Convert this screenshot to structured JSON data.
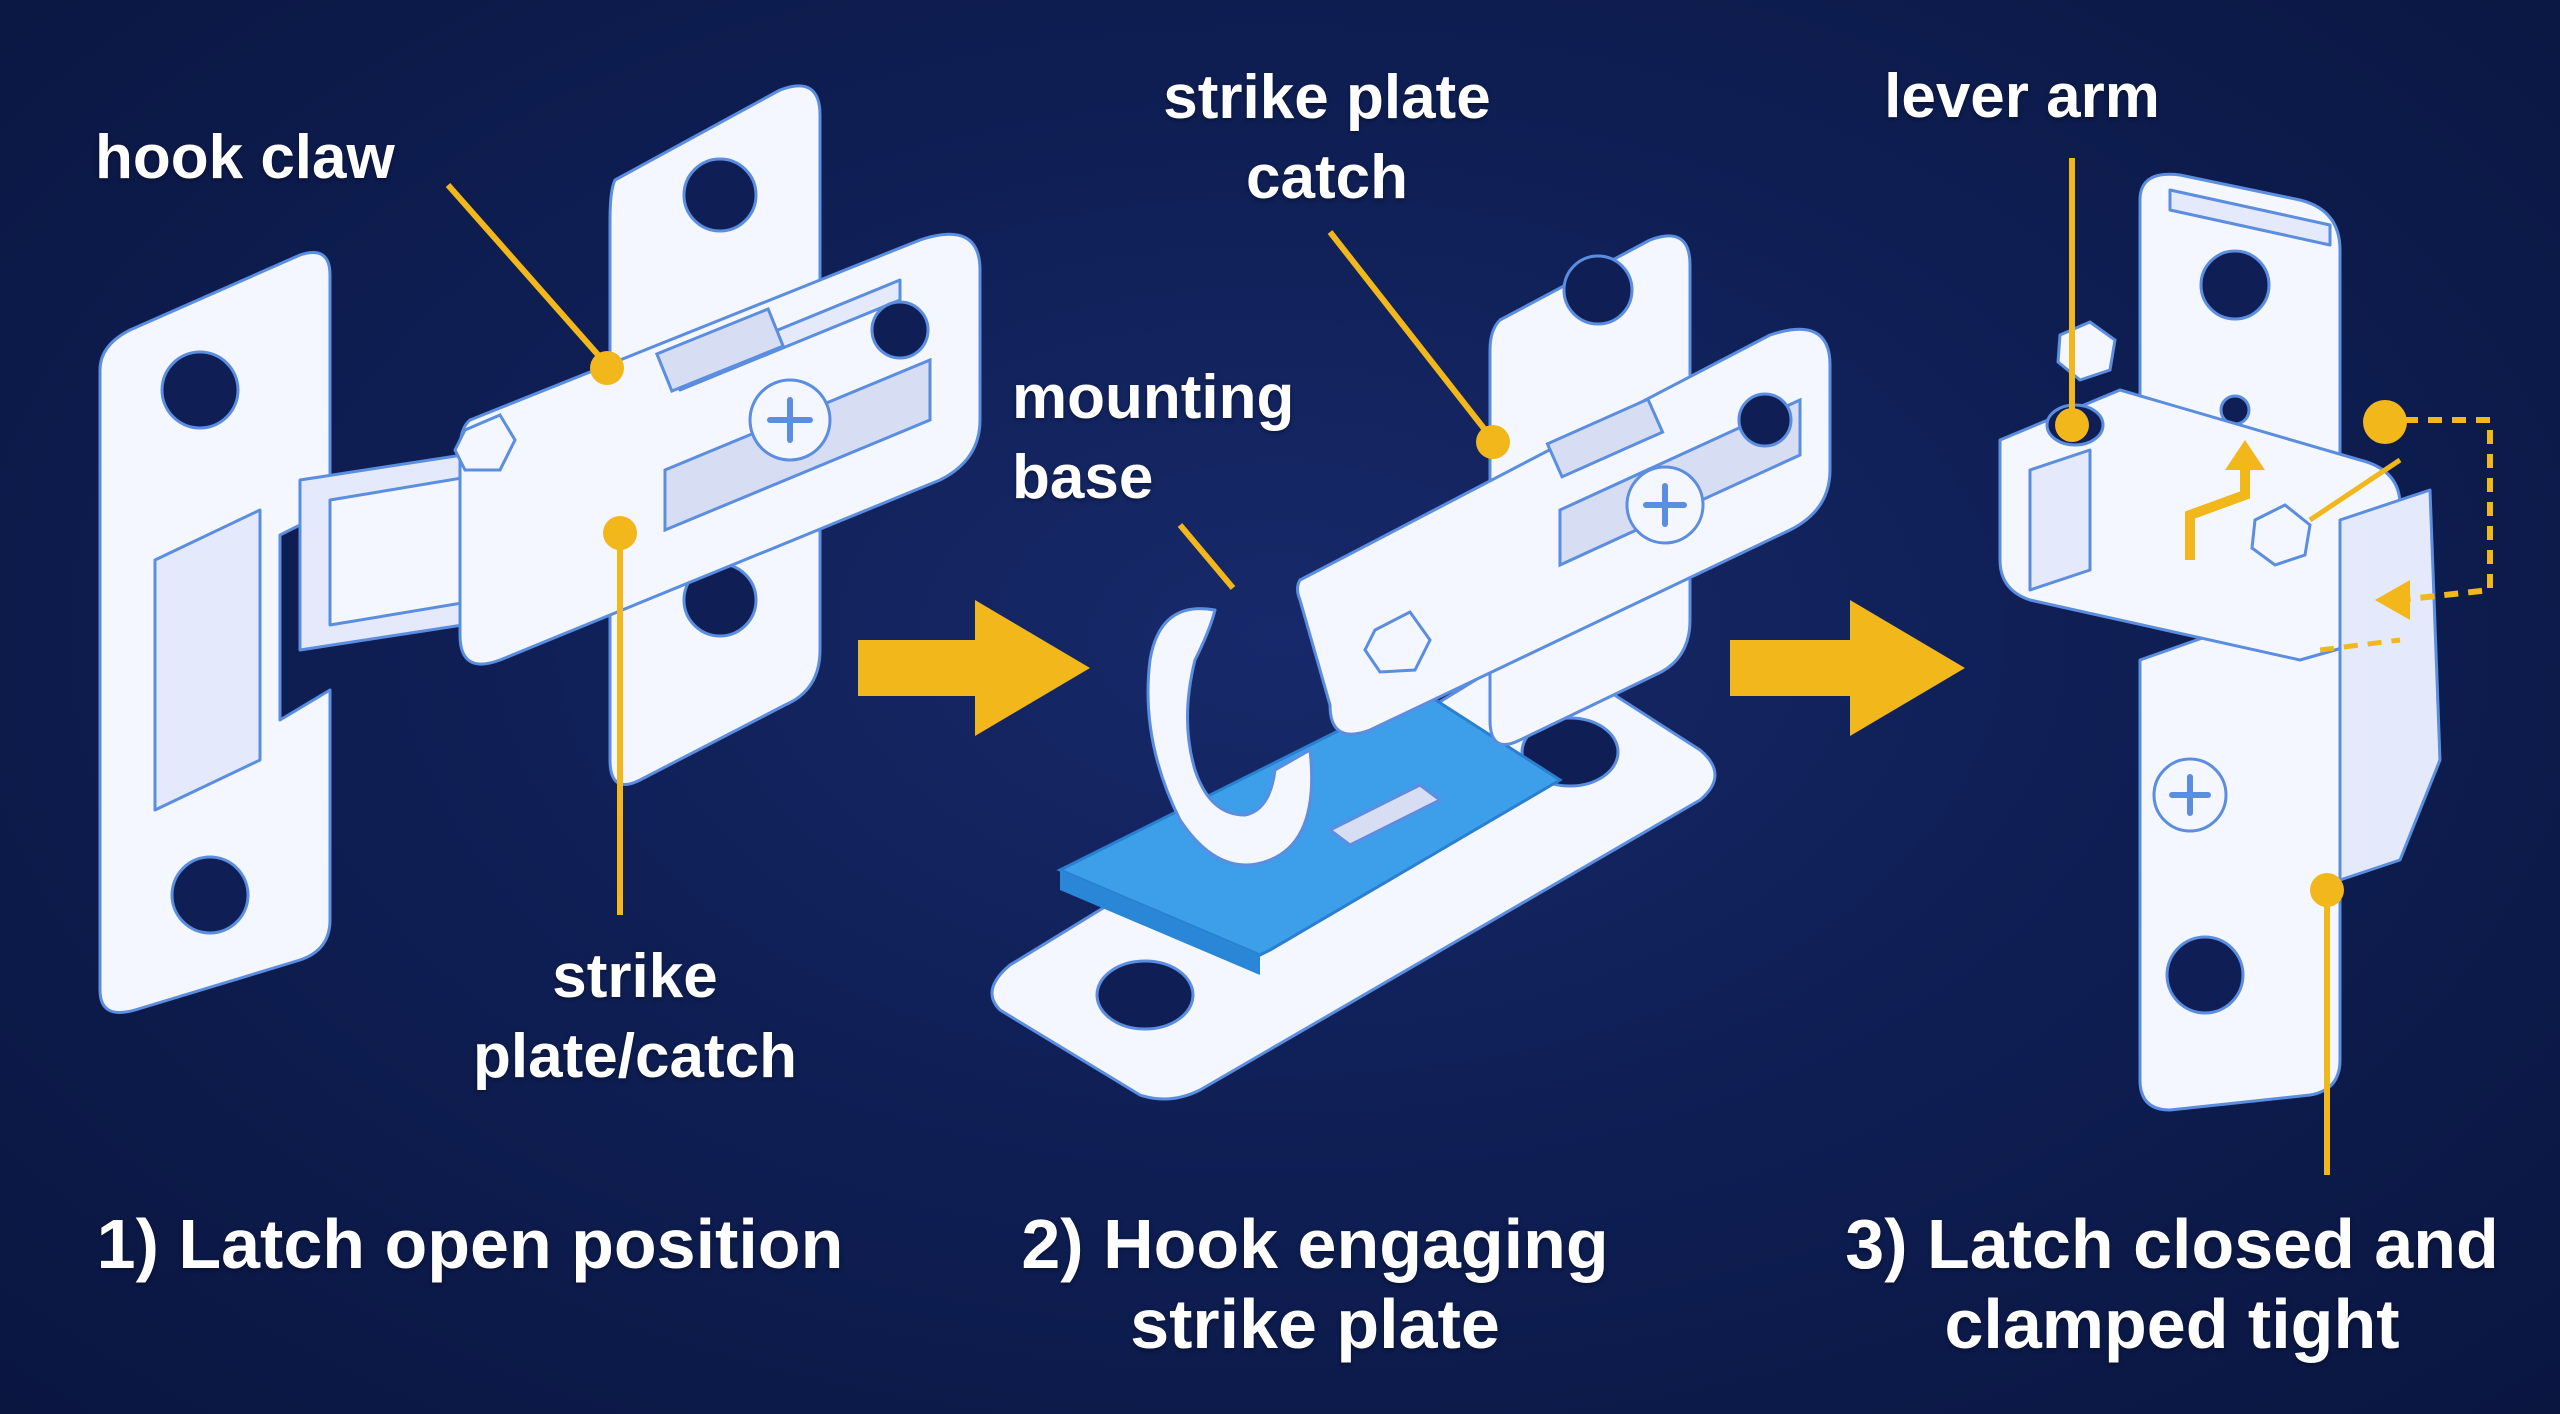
{
  "labels": {
    "hook_claw": "hook claw",
    "strike_plate_catch_1": "strike",
    "strike_plate_catch_2": "plate/catch",
    "mounting_base_1": "mounting",
    "mounting_base_2": "base",
    "strike_plate_top_1": "strike plate",
    "strike_plate_top_2": "catch",
    "lever_arm": "lever arm"
  },
  "steps": [
    {
      "line1": "1) Latch open position",
      "line2": ""
    },
    {
      "line1": "2) Hook engaging",
      "line2": "strike plate"
    },
    {
      "line1": "3) Latch closed and",
      "line2": "clamped tight"
    }
  ],
  "colors": {
    "background": "#0f1f55",
    "part_fill": "#f4f7ff",
    "part_outline": "#5b8de0",
    "accent": "#f2b71a",
    "strike_highlight": "#3d9fea"
  }
}
